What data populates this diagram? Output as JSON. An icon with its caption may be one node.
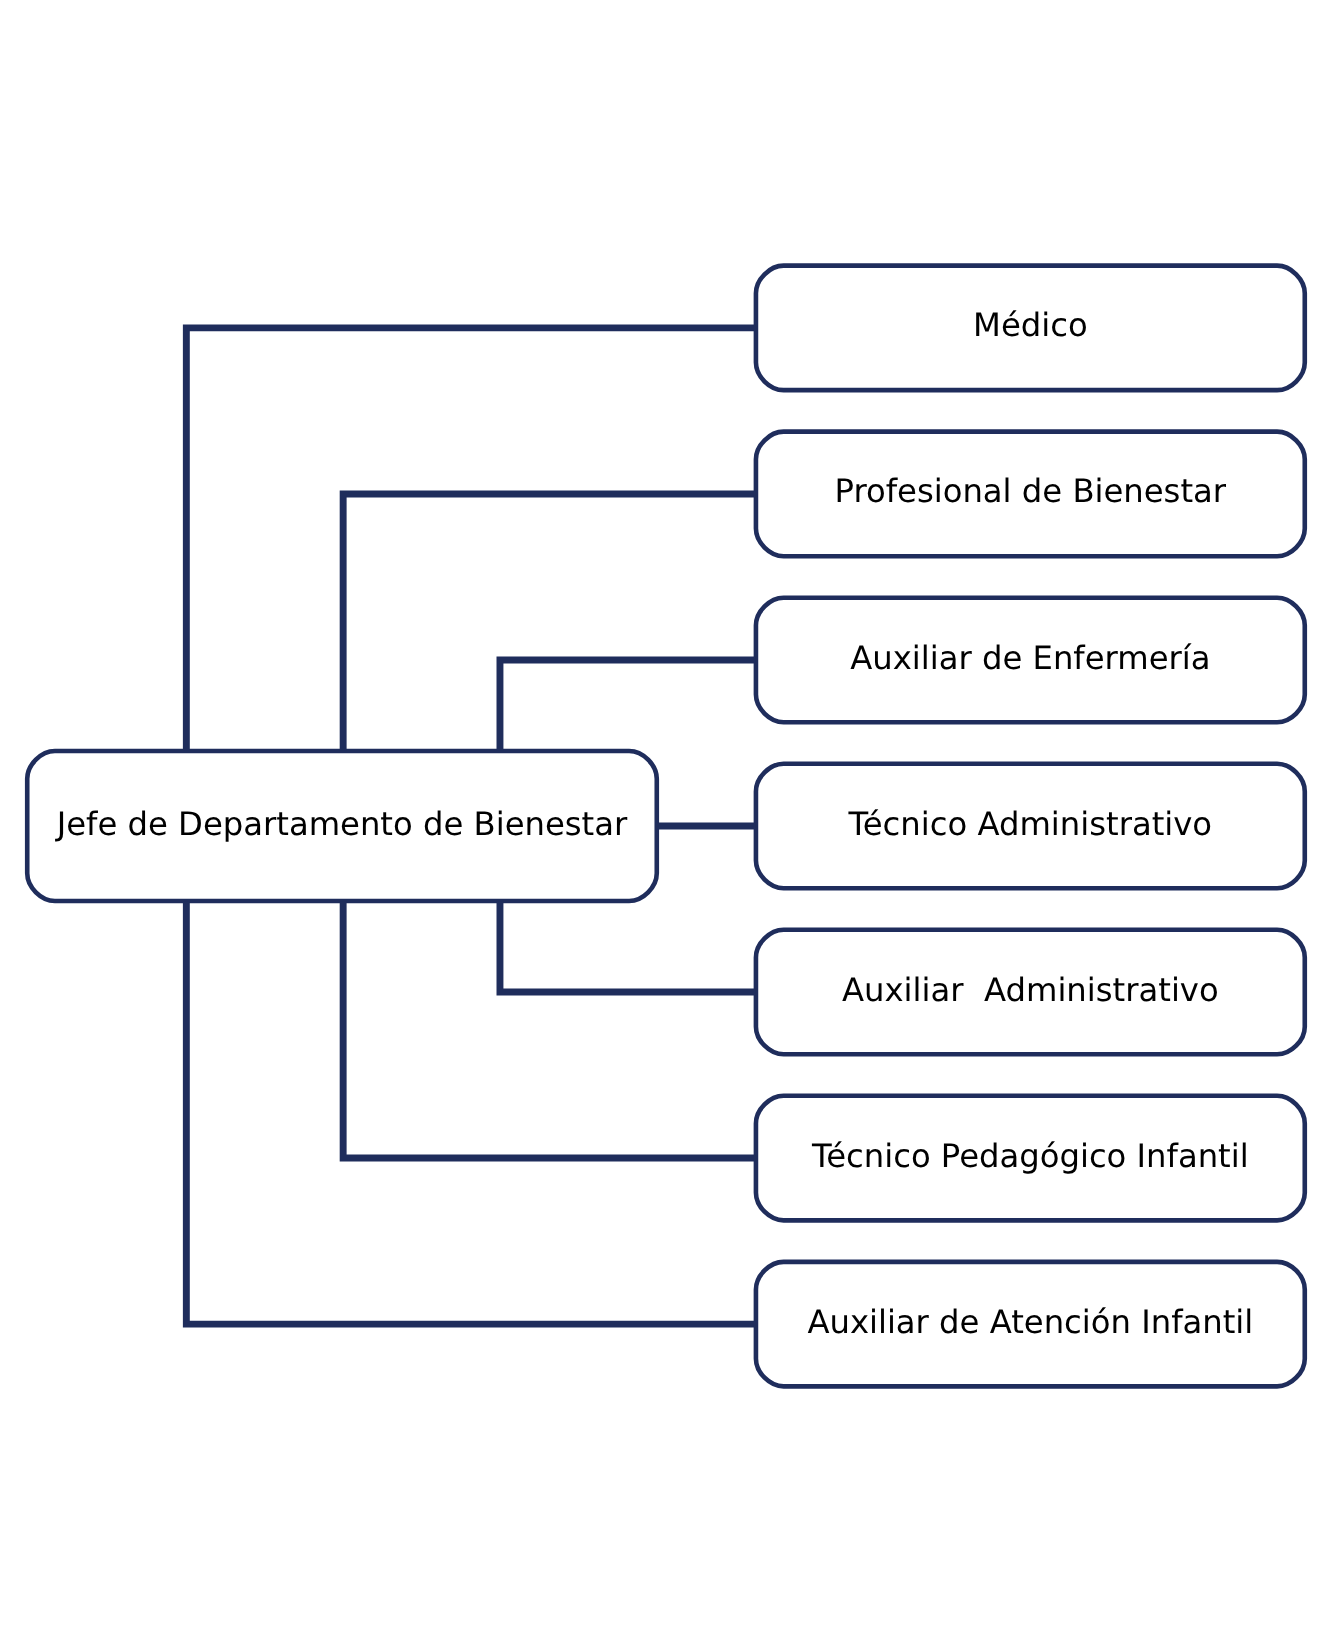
{
  "diagram": {
    "nodes": [
      {
        "text": [
          "Jefe de Departamento de Bienestar"
        ]
      },
      {
        "text": [
          "Médico"
        ]
      },
      {
        "text": [
          "Profesional de Bienestar"
        ]
      },
      {
        "text": [
          "Auxiliar de Enfermería"
        ]
      },
      {
        "text": [
          "Técnico Administrativo"
        ]
      },
      {
        "text": [
          "Auxiliar  Administrativo"
        ]
      },
      {
        "text": [
          "Técnico Pedagógico Infantil"
        ]
      },
      {
        "text": [
          "Auxiliar de Atención Infantil"
        ]
      }
    ],
    "edges": [
      {
        "from": 0,
        "to": 1,
        "arrow": "none"
      },
      {
        "from": 0,
        "to": 2,
        "arrow": "none"
      },
      {
        "from": 0,
        "to": 3,
        "arrow": "none"
      },
      {
        "from": 0,
        "to": 4,
        "arrow": "none"
      },
      {
        "from": 0,
        "to": 5,
        "arrow": "none"
      },
      {
        "from": 0,
        "to": 6,
        "arrow": "none"
      },
      {
        "from": 0,
        "to": 7,
        "arrow": "none"
      }
    ]
  }
}
